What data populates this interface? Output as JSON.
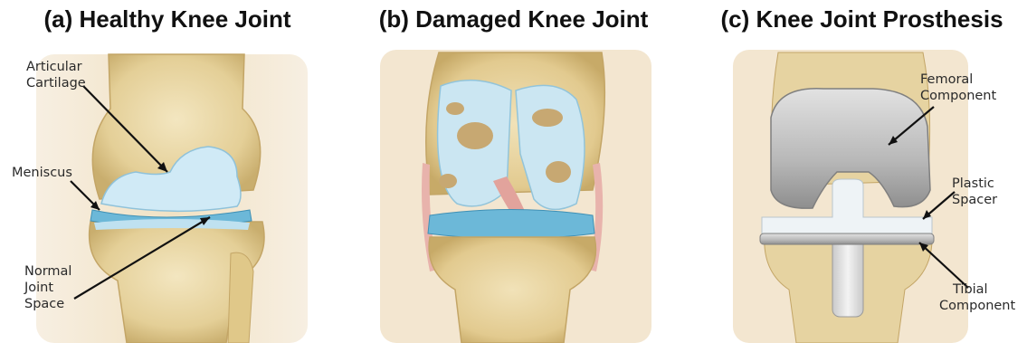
{
  "panels": {
    "a": {
      "title": "(a) Healthy Knee Joint",
      "labels": {
        "articular_line1": "Articular",
        "articular_line2": "Cartilage",
        "meniscus": "Meniscus",
        "normal_line1": "Normal",
        "normal_line2": "Joint",
        "normal_line3": "Space"
      }
    },
    "b": {
      "title": "(b) Damaged Knee Joint"
    },
    "c": {
      "title": "(c) Knee Joint Prosthesis",
      "labels": {
        "femoral_line1": "Femoral",
        "femoral_line2": "Component",
        "plastic_line1": "Plastic",
        "plastic_line2": "Spacer",
        "tibial_line1": "Tibial",
        "tibial_line2": "Component"
      }
    }
  },
  "colors": {
    "bone": "#e6d3a1",
    "bone_shadow": "#c9ae6e",
    "cartilage": "#cde8f5",
    "meniscus": "#6cb8d8",
    "ligament": "#e2a39c",
    "implant_metal": "#bdbdbd",
    "implant_plastic": "#eef3f6"
  }
}
